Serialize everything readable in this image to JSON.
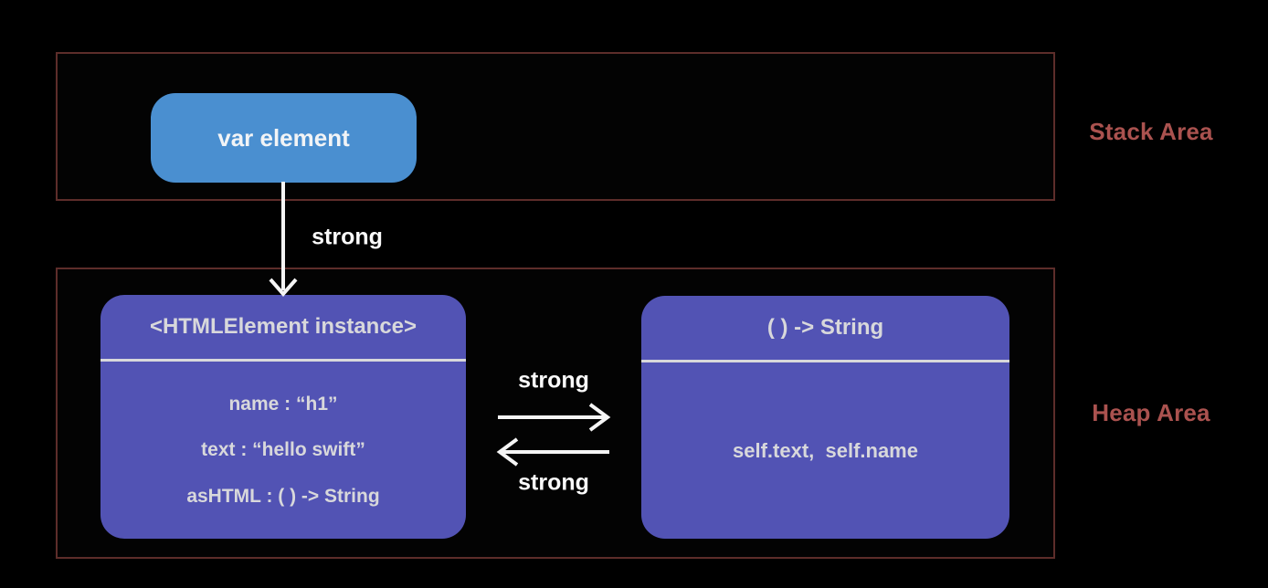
{
  "stack_area": {
    "label": "Stack Area",
    "var_box": {
      "label": "var element"
    }
  },
  "heap_area": {
    "label": "Heap Area"
  },
  "instance_box": {
    "title": "<HTMLElement instance>",
    "fields": [
      "name : “h1”",
      "text : “hello swift”",
      "asHTML : ( ) -> String"
    ]
  },
  "closure_box": {
    "title": "( ) -> String",
    "body": "self.text,  self.name"
  },
  "references": {
    "var_to_instance": "strong",
    "instance_to_closure": "strong",
    "closure_to_instance": "strong"
  },
  "colors": {
    "background": "#000000",
    "area_border": "#5d2d2a",
    "area_label_text": "#aa524f",
    "var_box_fill": "#4a8fd0",
    "object_box_fill": "#5253b4",
    "box_text": "#d8d8db",
    "arrow": "#f5f5f5"
  }
}
